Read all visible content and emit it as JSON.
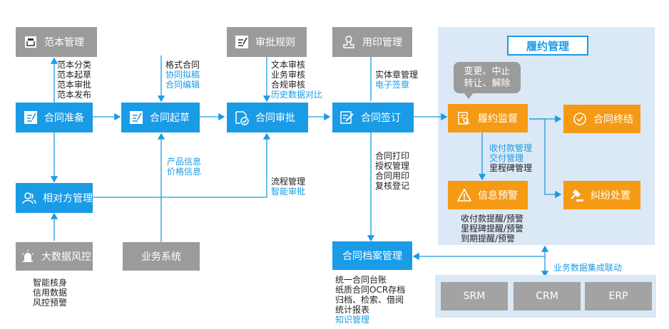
{
  "boxes": {
    "template_mgmt": "范本管理",
    "approval_rules": "审批规则",
    "seal_mgmt": "用印管理",
    "contract_prep": "合同准备",
    "contract_draft": "合同起草",
    "contract_approval": "合同审批",
    "contract_sign": "合同签订",
    "counterparty_mgmt": "相对方管理",
    "bigdata_risk": "大数据风控",
    "business_system": "业务系统",
    "archive_mgmt": "合同档案管理",
    "perf_monitor": "履约监督",
    "contract_end": "合同终结",
    "warning": "信息预警",
    "dispute": "纠纷处置"
  },
  "panel_title": "履约管理",
  "bubble": [
    "变更、中止",
    "转让、解除"
  ],
  "lists": {
    "template": [
      "范本分类",
      "范本起草",
      "范本审批",
      "范本发布"
    ],
    "draft_top": [
      {
        "t": "格式合同",
        "h": false
      },
      {
        "t": "协同拟稿",
        "h": true
      },
      {
        "t": "合同编辑",
        "h": true
      }
    ],
    "approval_top": [
      {
        "t": "文本审核",
        "h": false
      },
      {
        "t": "业务审核",
        "h": false
      },
      {
        "t": "合规审核",
        "h": false
      },
      {
        "t": "历史数据对比",
        "h": true
      }
    ],
    "sign_top": [
      {
        "t": "实体章管理",
        "h": false
      },
      {
        "t": "电子签章",
        "h": true
      }
    ],
    "product": [
      "产品信息",
      "价格信息"
    ],
    "flow": [
      {
        "t": "流程管理",
        "h": false
      },
      {
        "t": "智能审批",
        "h": true
      }
    ],
    "sign_bottom": [
      "合同打印",
      "授权管理",
      "合同用印",
      "复核登记"
    ],
    "monitor": [
      {
        "t": "收付款管理",
        "h": true
      },
      {
        "t": "交付管理",
        "h": true
      },
      {
        "t": "里程碑管理",
        "h": false
      }
    ],
    "warning": [
      "收付款提醒/预警",
      "里程碑提醒/预警",
      "到期提醒/预警"
    ],
    "risk": [
      "智能核身",
      "信用数据",
      "风控预警"
    ],
    "archive": [
      {
        "t": "统一合同台账",
        "h": false
      },
      {
        "t": "纸质合同OCR存档",
        "h": false
      },
      {
        "t": "归档、检索、借阅",
        "h": false
      },
      {
        "t": "统计报表",
        "h": false
      },
      {
        "t": "知识管理",
        "h": true
      }
    ]
  },
  "integration_label": "业务数据集成联动",
  "systems": [
    "SRM",
    "CRM",
    "ERP"
  ],
  "colors": {
    "blue": "#1a9be6",
    "orange": "#f59a14",
    "grey": "#9b9b9b",
    "panel": "#dbe8f5"
  }
}
